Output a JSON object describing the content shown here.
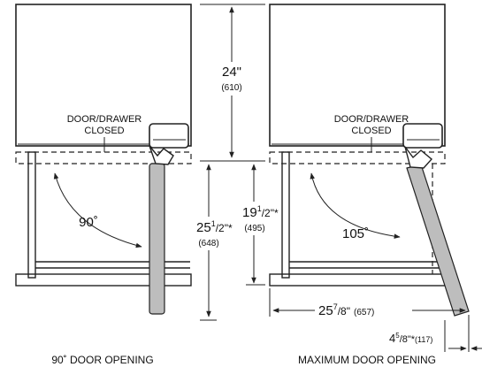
{
  "left": {
    "closed_label_1": "DOOR/DRAWER",
    "closed_label_2": "CLOSED",
    "angle": "90˚",
    "caption": "90˚ DOOR OPENING"
  },
  "right": {
    "closed_label_1": "DOOR/DRAWER",
    "closed_label_2": "CLOSED",
    "angle": "105˚",
    "caption": "MAXIMUM DOOR OPENING"
  },
  "dimensions": {
    "height_in": "24\"",
    "height_mm": "(610)",
    "depth_in_whole": "25",
    "depth_in_frac": "1",
    "depth_in_den": "/2\"*",
    "depth_mm": "(648)",
    "drawer_in_whole": "19",
    "drawer_in_frac": "1",
    "drawer_in_den": "/2\"*",
    "drawer_mm": "(495)",
    "open_width_whole": "25",
    "open_width_frac": "7",
    "open_width_den": "/8\"",
    "open_width_mm": "(657)",
    "offset_whole": "4",
    "offset_frac": "5",
    "offset_den": "/8\"*",
    "offset_mm": "(117)"
  }
}
